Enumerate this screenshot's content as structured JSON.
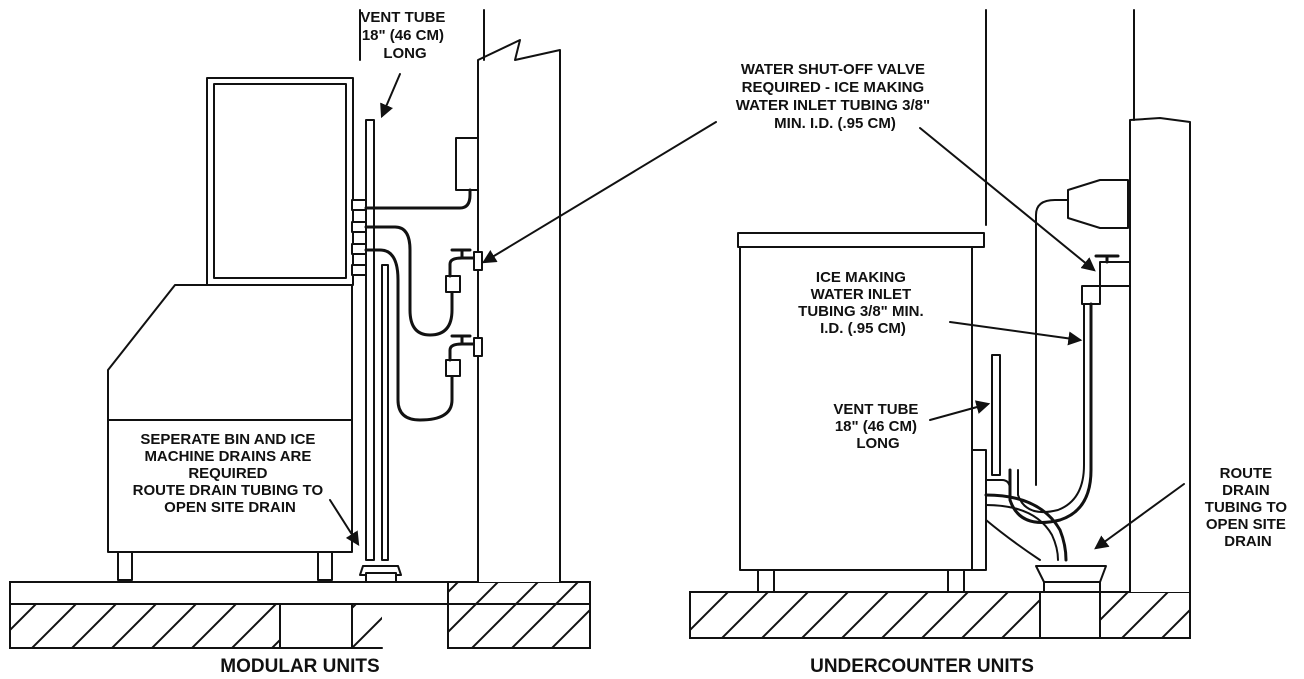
{
  "modular": {
    "caption": "MODULAR UNITS",
    "vent_tube": [
      "VENT TUBE",
      "18\" (46 CM)",
      "LONG"
    ],
    "drain_note": [
      "SEPERATE BIN AND ICE",
      "MACHINE DRAINS ARE",
      "REQUIRED",
      "ROUTE DRAIN TUBING TO",
      "OPEN SITE DRAIN"
    ]
  },
  "undercounter": {
    "caption": "UNDERCOUNTER UNITS",
    "valve_note": [
      "WATER SHUT-OFF VALVE",
      "REQUIRED - ICE MAKING",
      "WATER INLET TUBING 3/8\"",
      "MIN. I.D. (.95 CM)"
    ],
    "inlet_note": [
      "ICE MAKING",
      "WATER INLET",
      "TUBING 3/8\" MIN.",
      "I.D. (.95 CM)"
    ],
    "vent_tube": [
      "VENT TUBE",
      "18\" (46 CM)",
      "LONG"
    ],
    "drain_note": [
      "ROUTE",
      "DRAIN",
      "TUBING TO",
      "OPEN SITE",
      "DRAIN"
    ]
  },
  "colors": {
    "line": "#111111",
    "background": "#ffffff"
  }
}
